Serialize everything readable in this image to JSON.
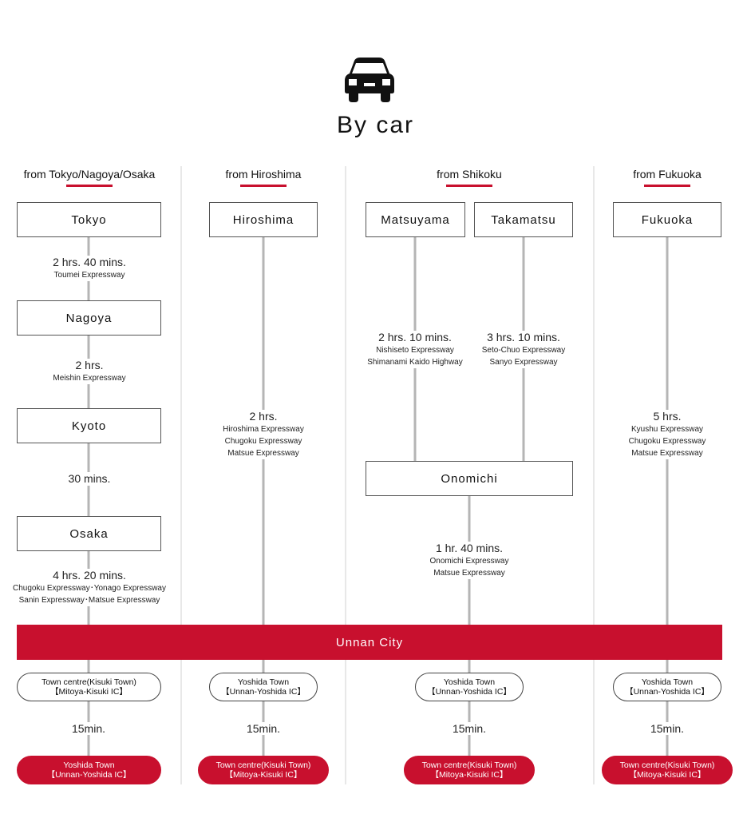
{
  "title": "By car",
  "icon": "car-icon",
  "accent_color": "#c8102e",
  "columns": {
    "tokyo": {
      "heading": "from Tokyo/Nagoya/Osaka",
      "nodes": [
        "Tokyo",
        "Nagoya",
        "Kyoto",
        "Osaka"
      ],
      "legs": [
        {
          "time": "2 hrs. 40 mins.",
          "routes": [
            "Toumei Expressway"
          ]
        },
        {
          "time": "2 hrs.",
          "routes": [
            "Meishin Expressway"
          ]
        },
        {
          "time": "30 mins.",
          "routes": []
        },
        {
          "time": "4 hrs. 20 mins.",
          "routes": [
            "Chugoku Expressway･Yonago Expressway",
            "Sanin Expressway･Matsue Expressway"
          ]
        }
      ],
      "ic": {
        "line1": "Town centre(Kisuki Town)",
        "line2": "【Mitoya-Kisuki IC】"
      },
      "time": "15min.",
      "dest": {
        "line1": "Yoshida Town",
        "line2": "【Unnan-Yoshida IC】"
      }
    },
    "hiroshima": {
      "heading": "from Hiroshima",
      "nodes": [
        "Hiroshima"
      ],
      "legs": [
        {
          "time": "2 hrs.",
          "routes": [
            "Hiroshima Expressway",
            "Chugoku Expressway",
            "Matsue Expressway"
          ]
        }
      ],
      "ic": {
        "line1": "Yoshida Town",
        "line2": "【Unnan-Yoshida IC】"
      },
      "time": "15min.",
      "dest": {
        "line1": "Town centre(Kisuki Town)",
        "line2": "【Mitoya-Kisuki IC】"
      }
    },
    "shikoku": {
      "heading": "from Shikoku",
      "nodes": [
        "Matsuyama",
        "Takamatsu",
        "Onomichi"
      ],
      "legs": [
        {
          "time": "2 hrs. 10 mins.",
          "routes": [
            "Nishiseto Expressway",
            "Shimanami Kaido Highway"
          ]
        },
        {
          "time": "3 hrs. 10 mins.",
          "routes": [
            "Seto-Chuo Expressway",
            "Sanyo Expressway"
          ]
        },
        {
          "time": "1 hr. 40 mins.",
          "routes": [
            "Onomichi Expressway",
            "Matsue Expressway"
          ]
        }
      ],
      "ic": {
        "line1": "Yoshida Town",
        "line2": "【Unnan-Yoshida IC】"
      },
      "time": "15min.",
      "dest": {
        "line1": "Town centre(Kisuki Town)",
        "line2": "【Mitoya-Kisuki IC】"
      }
    },
    "fukuoka": {
      "heading": "from Fukuoka",
      "nodes": [
        "Fukuoka"
      ],
      "legs": [
        {
          "time": "5 hrs.",
          "routes": [
            "Kyushu Expressway",
            "Chugoku Expressway",
            "Matsue Expressway"
          ]
        }
      ],
      "ic": {
        "line1": "Yoshida Town",
        "line2": "【Unnan-Yoshida IC】"
      },
      "time": "15min.",
      "dest": {
        "line1": "Town centre(Kisuki Town)",
        "line2": "【Mitoya-Kisuki IC】"
      }
    }
  },
  "hub": "Unnan City"
}
